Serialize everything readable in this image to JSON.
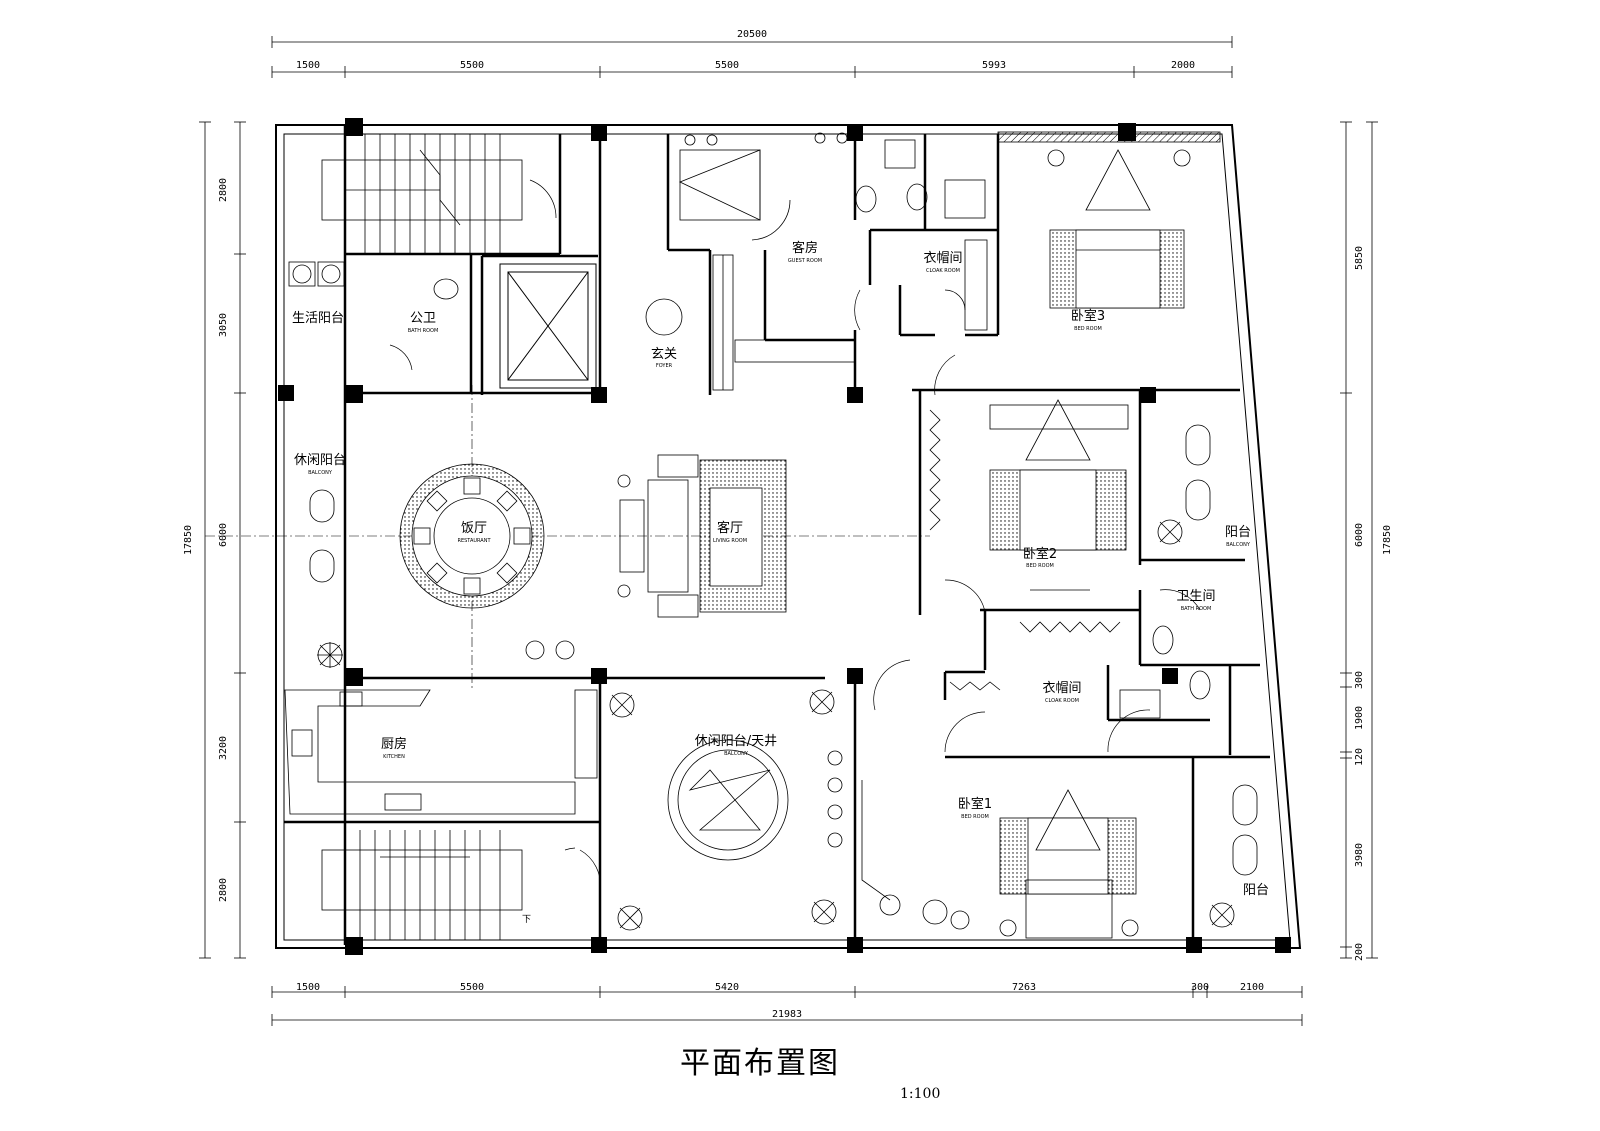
{
  "drawing": {
    "title": "平面布置图",
    "scale": "1:100"
  },
  "dimensions": {
    "top_total": "20500",
    "top": [
      "1500",
      "5500",
      "5500",
      "5993",
      "2000"
    ],
    "bottom": [
      "1500",
      "5500",
      "5420",
      "7263",
      "300",
      "2100"
    ],
    "bottom_total": "21983",
    "left": [
      "2800",
      "3050",
      "6000",
      "3200",
      "2800"
    ],
    "left_total": "17850",
    "right": [
      "5850",
      "6000",
      "300",
      "1900",
      "120",
      "3980",
      "200"
    ],
    "right_total": "17850"
  },
  "rooms": {
    "guest_room": {
      "label": "客房",
      "sub": "GUEST ROOM"
    },
    "cloakroom_top": {
      "label": "衣帽间",
      "sub": "CLOAK ROOM"
    },
    "bedroom3": {
      "label": "卧室3",
      "sub": "BED ROOM"
    },
    "utility_balcony": {
      "label": "生活阳台"
    },
    "public_bath": {
      "label": "公卫",
      "sub": "BATH ROOM"
    },
    "foyer": {
      "label": "玄关",
      "sub": "FOYER"
    },
    "leisure_balcony": {
      "label": "休闲阳台",
      "sub": "BALCONY"
    },
    "restaurant": {
      "label": "饭厅",
      "sub": "RESTAURANT"
    },
    "living_room": {
      "label": "客厅",
      "sub": "LIVING ROOM"
    },
    "bedroom2": {
      "label": "卧室2",
      "sub": "BED ROOM"
    },
    "balcony_right": {
      "label": "阳台",
      "sub": "BALCONY"
    },
    "bath_right": {
      "label": "卫生间",
      "sub": "BATH ROOM"
    },
    "cloakroom_mid": {
      "label": "衣帽间",
      "sub": "CLOAK ROOM"
    },
    "kitchen": {
      "label": "厨房",
      "sub": "KITCHEN"
    },
    "courtyard": {
      "label": "休闲阳台/天井",
      "sub": "BALCONY"
    },
    "bedroom1": {
      "label": "卧室1",
      "sub": "BED ROOM"
    },
    "balcony_bottom": {
      "label": "阳台"
    }
  },
  "stair_marks": {
    "down": "下"
  }
}
